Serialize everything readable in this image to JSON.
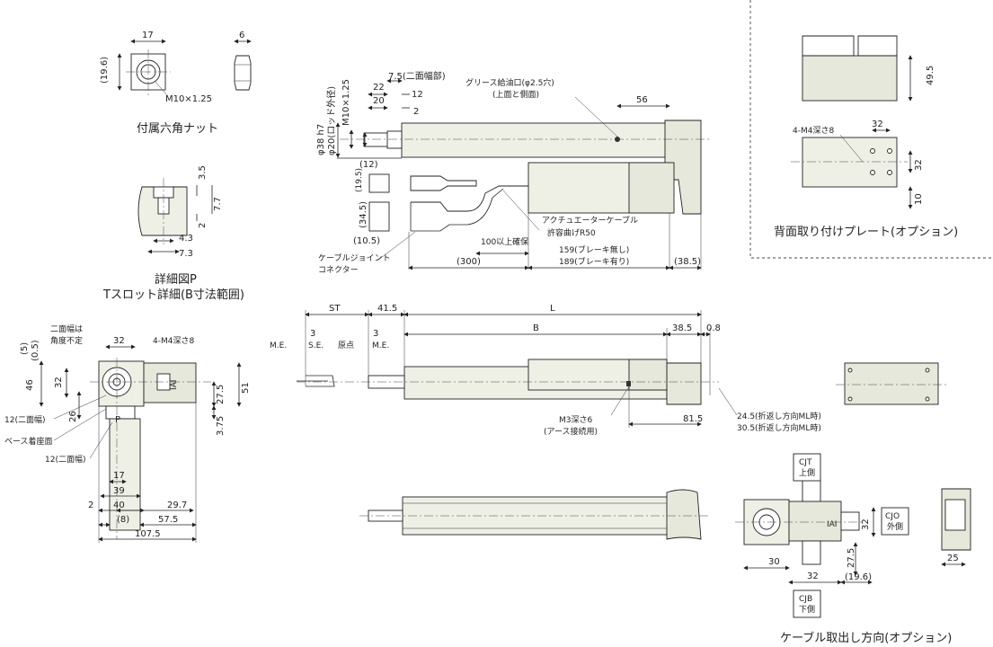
{
  "nut": {
    "dim_width": "17",
    "dim_thick": "6",
    "dim_height": "(19.6)",
    "thread": "M10×1.25",
    "caption": "付属六角ナット"
  },
  "detail_p": {
    "d1": "3.5",
    "d2": "7.7",
    "d3": "2",
    "d4": "4.3",
    "d5": "7.3",
    "caption1": "詳細図P",
    "caption2": "Tスロット詳細(B寸法範囲)"
  },
  "side": {
    "rod_dia1": "φ38 h7",
    "rod_dia2": "φ20(ロッド外径)",
    "thread": "M10×1.25",
    "d22": "22",
    "d20": "20",
    "d12": "12",
    "d2": "2",
    "d75": "7.5(二面幅部)",
    "grease1": "グリース給油口(φ2.5穴)",
    "grease2": "(上面と側面)",
    "d56": "56",
    "d12p": "(12)",
    "d195": "(19.5)",
    "d345": "(34.5)",
    "d105": "(10.5)",
    "cable_label": "アクチュエーターケーブル",
    "bend_label": "許容曲げR50",
    "min100": "100以上確保",
    "joint1": "ケーブルジョイント",
    "joint2": "コネクター",
    "d300": "(300)",
    "d159": "159(ブレーキ無し)",
    "d189": "189(ブレーキ有り)",
    "d385": "(38.5)"
  },
  "plate": {
    "d495": "49.5",
    "m4": "4-M4深さ8",
    "d32a": "32",
    "d32b": "32",
    "d10": "10",
    "caption": "背面取り付けプレート(オプション)"
  },
  "front": {
    "flat_note1": "二面幅は",
    "flat_note2": "角度不定",
    "d5": "(5)",
    "d05": "(0.5)",
    "d32": "32",
    "m4": "4-M4深さ8",
    "d46": "46",
    "d32v": "32",
    "d26": "26",
    "d275": "27.5",
    "d51": "51",
    "d375": "3.75",
    "d12a": "12(二面幅)",
    "base": "ベース着座面",
    "d12b": "12(二面幅)",
    "p": "P",
    "d17": "17",
    "d39": "39",
    "d2": "2",
    "d40": "40",
    "d297": "29.7",
    "d8": "(8)",
    "d575": "57.5",
    "d1075": "107.5"
  },
  "main": {
    "st": "ST",
    "d415": "41.5",
    "l": "L",
    "d3a": "3",
    "d3b": "3",
    "me1": "M.E.",
    "se": "S.E.",
    "origin": "原点",
    "me2": "M.E.",
    "b": "B",
    "d385": "38.5",
    "d08": "0.8",
    "m3a": "M3深さ6",
    "m3b": "(アース接続用)",
    "d815": "81.5",
    "d245": "24.5(折返し方向ML時)",
    "d305": "30.5(折返し方向ML時)"
  },
  "cable_opt": {
    "cjt1": "CJT",
    "cjt2": "上側",
    "cjo1": "CJO",
    "cjo2": "外側",
    "cjb1": "CJB",
    "cjb2": "下側",
    "d30": "30",
    "d32a": "32",
    "d32b": "32",
    "d275": "27.5",
    "d196": "(19.6)",
    "d25": "25",
    "caption": "ケーブル取出し方向(オプション)"
  },
  "logo": "IAI"
}
